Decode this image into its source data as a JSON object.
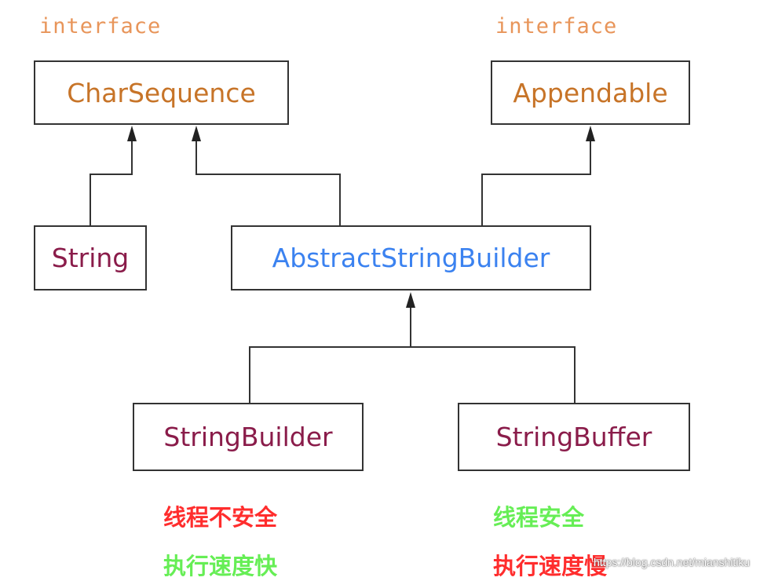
{
  "interface_labels": {
    "left": "interface",
    "right": "interface"
  },
  "nodes": {
    "char_sequence": "CharSequence",
    "appendable": "Appendable",
    "string": "String",
    "abstract_string_builder": "AbstractStringBuilder",
    "string_builder": "StringBuilder",
    "string_buffer": "StringBuffer"
  },
  "notes": {
    "builder_safety": "线程不安全",
    "builder_speed": "执行速度快",
    "buffer_safety": "线程安全",
    "buffer_speed": "执行速度慢"
  },
  "watermark": "https://blog.csdn.net/mianshitiku",
  "colors": {
    "interface_text": "#c77428",
    "class_text": "#8a1c4a",
    "abstract_text": "#3b82f0",
    "unsafe_fast_note": "#ff2d2d",
    "safe_slow_note": "#66ee55"
  }
}
